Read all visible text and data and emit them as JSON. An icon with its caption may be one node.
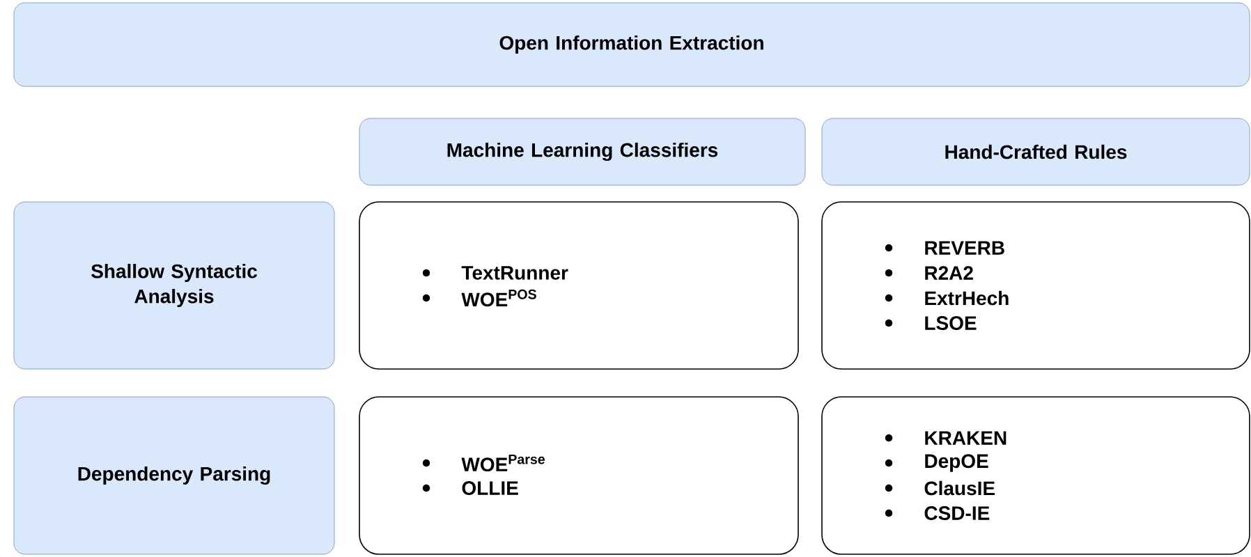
{
  "diagram": {
    "nodes": [
      {
        "text": [
          "Open Information Extraction"
        ]
      },
      {
        "text": [
          "Machine Learning Classifiers"
        ]
      },
      {
        "text": [
          "Hand-Crafted Rules"
        ]
      },
      {
        "text": [
          "Shallow Syntactic Analysis"
        ]
      },
      {
        "text": [
          "TextRunner",
          "WOE$^{POS}$"
        ]
      },
      {
        "text": [
          "REVERB",
          "R2A2",
          "ExtrHech",
          "LSOE"
        ]
      },
      {
        "text": [
          "Dependency Parsing"
        ]
      },
      {
        "text": [
          "WOE$^{Parse}$",
          "OLLIE"
        ]
      },
      {
        "text": [
          "KRAKEN",
          "DepOE",
          "ClausIE",
          "CSD-IE"
        ]
      }
    ]
  }
}
